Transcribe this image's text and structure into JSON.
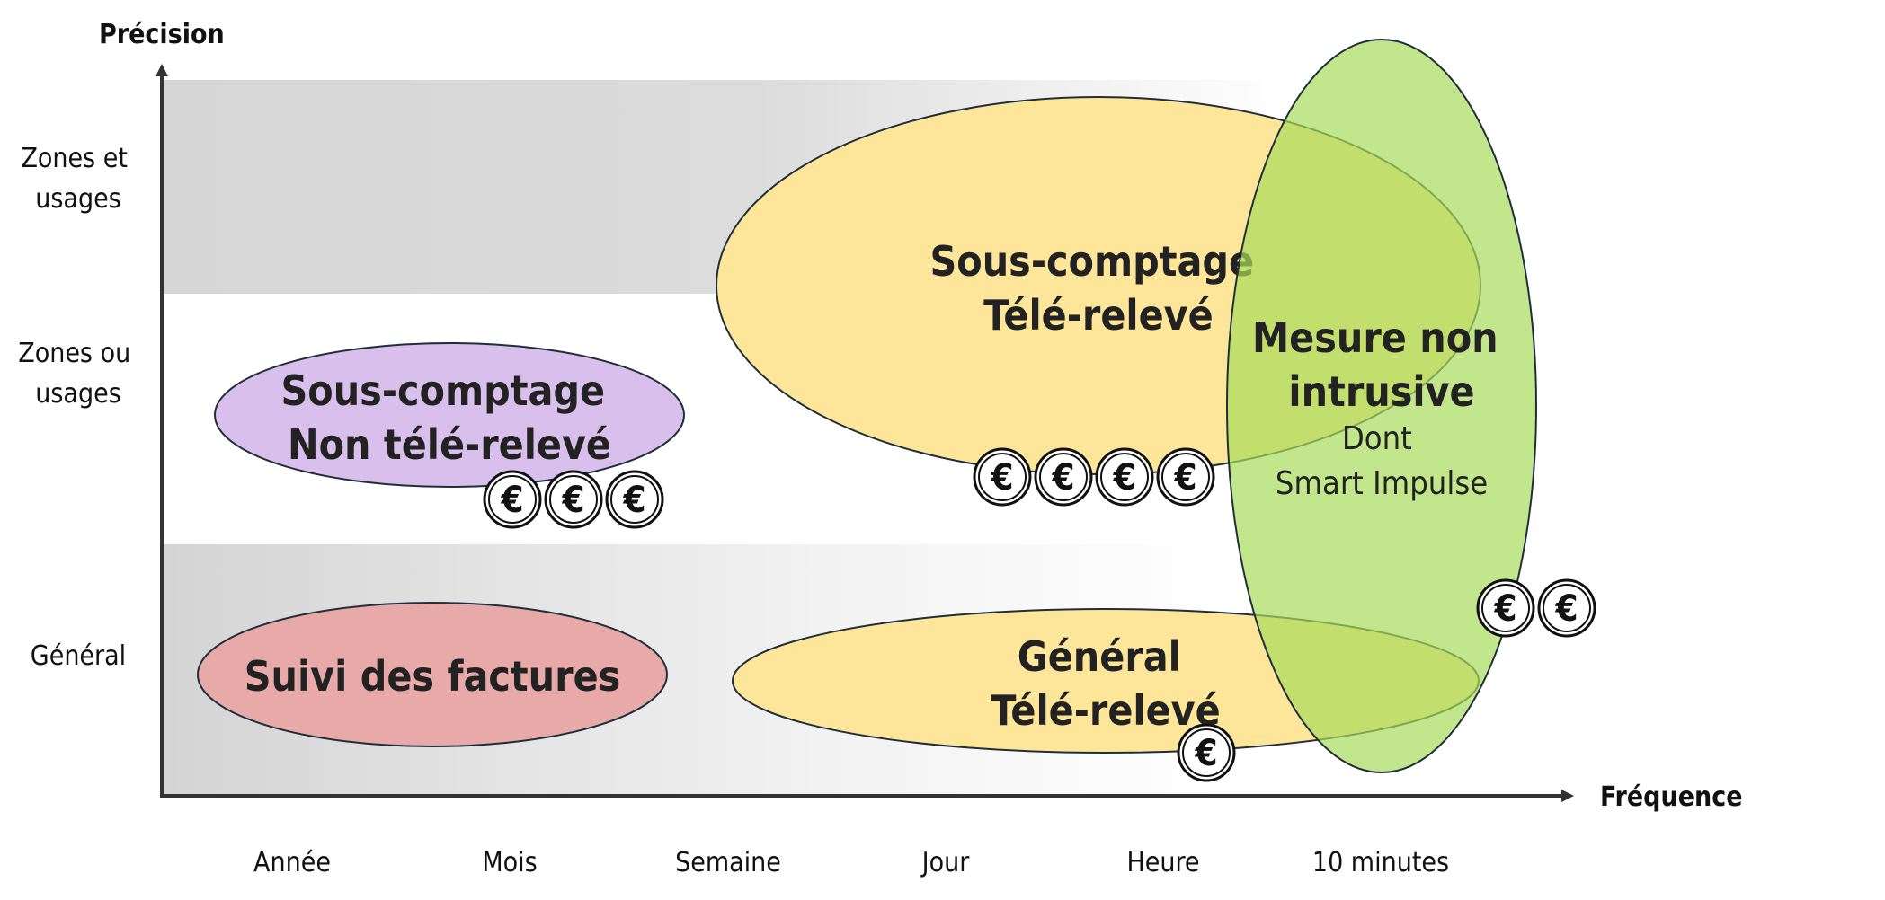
{
  "axes": {
    "y_title": "Précision",
    "x_title": "Fréquence",
    "y_ticks": [
      [
        "Zones et",
        "usages"
      ],
      [
        "Zones ou",
        "usages"
      ],
      [
        "Général"
      ]
    ],
    "x_ticks": [
      "Année",
      "Mois",
      "Semaine",
      "Jour",
      "Heure",
      "10 minutes"
    ]
  },
  "bubbles": {
    "suivi_factures": {
      "lines": [
        "Suivi des factures"
      ],
      "color": "#e8aaa8",
      "cost": 0
    },
    "sous_comptage_non_tele": {
      "lines": [
        "Sous-comptage",
        "Non télé-relevé"
      ],
      "color": "#d8bfec",
      "cost": 3
    },
    "sous_comptage_tele": {
      "lines": [
        "Sous-comptage",
        "Télé-relevé"
      ],
      "color": "#fde69a",
      "cost": 4
    },
    "general_tele": {
      "lines": [
        "Général",
        "Télé-relevé"
      ],
      "color": "#fde69a",
      "cost": 1
    },
    "mesure_non_intrusive": {
      "lines": [
        "Mesure non",
        "intrusive"
      ],
      "sub_lines": [
        "Dont",
        "Smart Impulse"
      ],
      "color": "#b5e36f",
      "cost": 2
    }
  },
  "cost_symbol": "€"
}
